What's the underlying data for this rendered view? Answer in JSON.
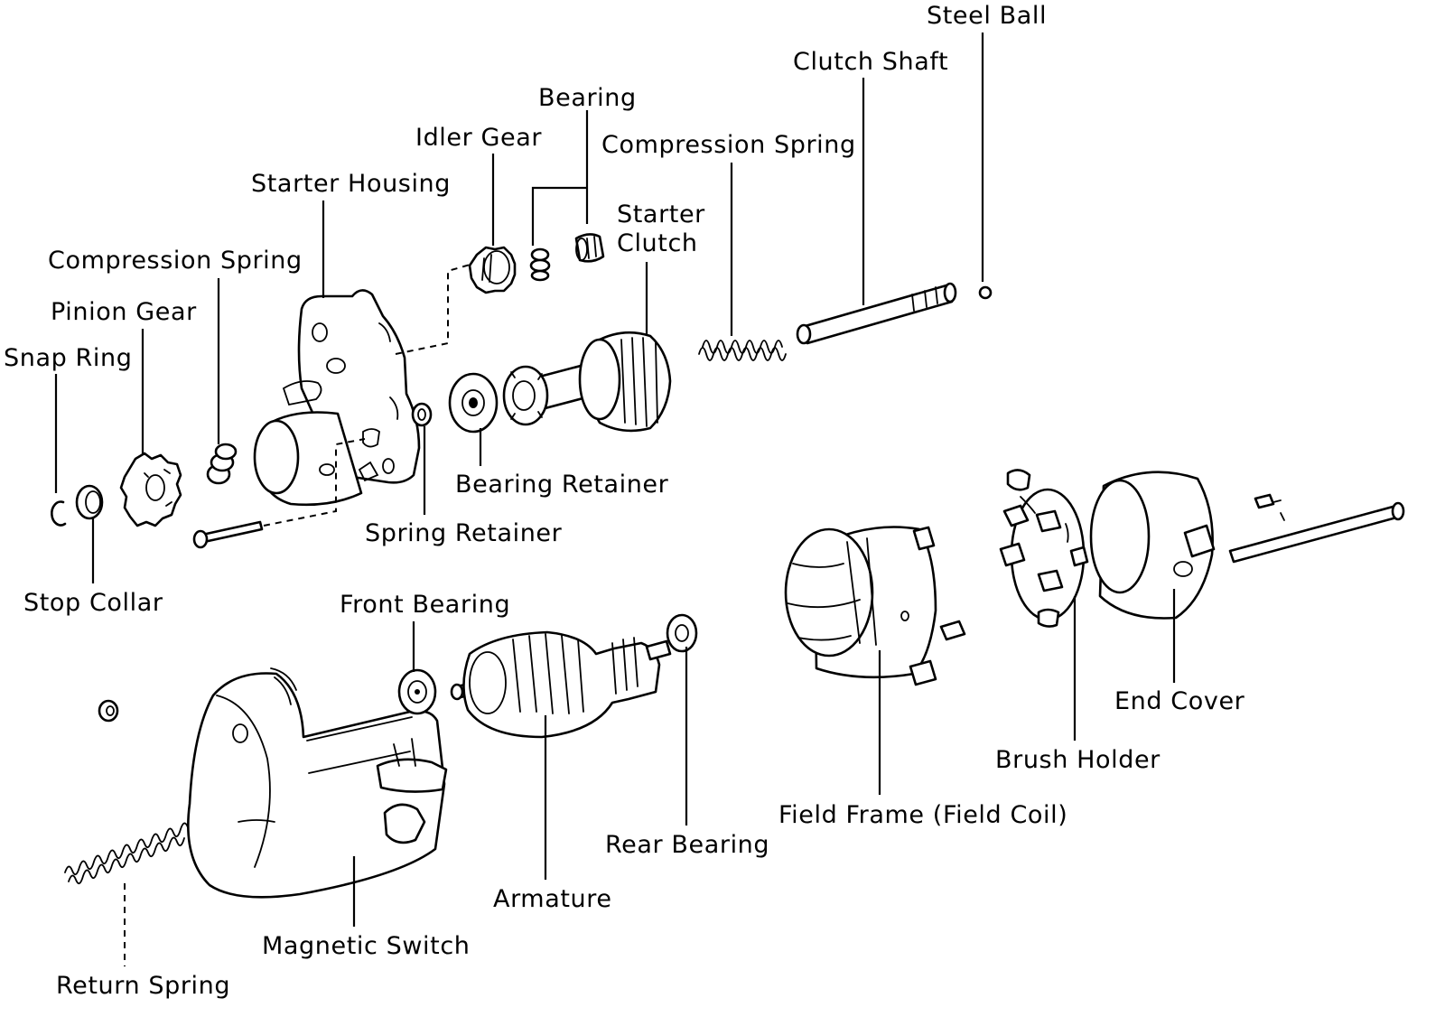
{
  "labels": {
    "steel_ball": "Steel Ball",
    "clutch_shaft": "Clutch Shaft",
    "bearing": "Bearing",
    "compression_spring_upper": "Compression Spring",
    "idler_gear": "Idler Gear",
    "starter_clutch_line1": "Starter",
    "starter_clutch_line2": "Clutch",
    "starter_housing": "Starter Housing",
    "compression_spring_left": "Compression Spring",
    "pinion_gear": "Pinion Gear",
    "snap_ring": "Snap Ring",
    "bearing_retainer": "Bearing Retainer",
    "spring_retainer": "Spring Retainer",
    "stop_collar": "Stop Collar",
    "front_bearing": "Front Bearing",
    "end_cover": "End Cover",
    "brush_holder": "Brush Holder",
    "field_frame": "Field Frame (Field Coil)",
    "rear_bearing": "Rear Bearing",
    "armature": "Armature",
    "magnetic_switch": "Magnetic Switch",
    "return_spring": "Return Spring"
  },
  "colors": {
    "ink": "#000000",
    "paper": "#ffffff"
  }
}
